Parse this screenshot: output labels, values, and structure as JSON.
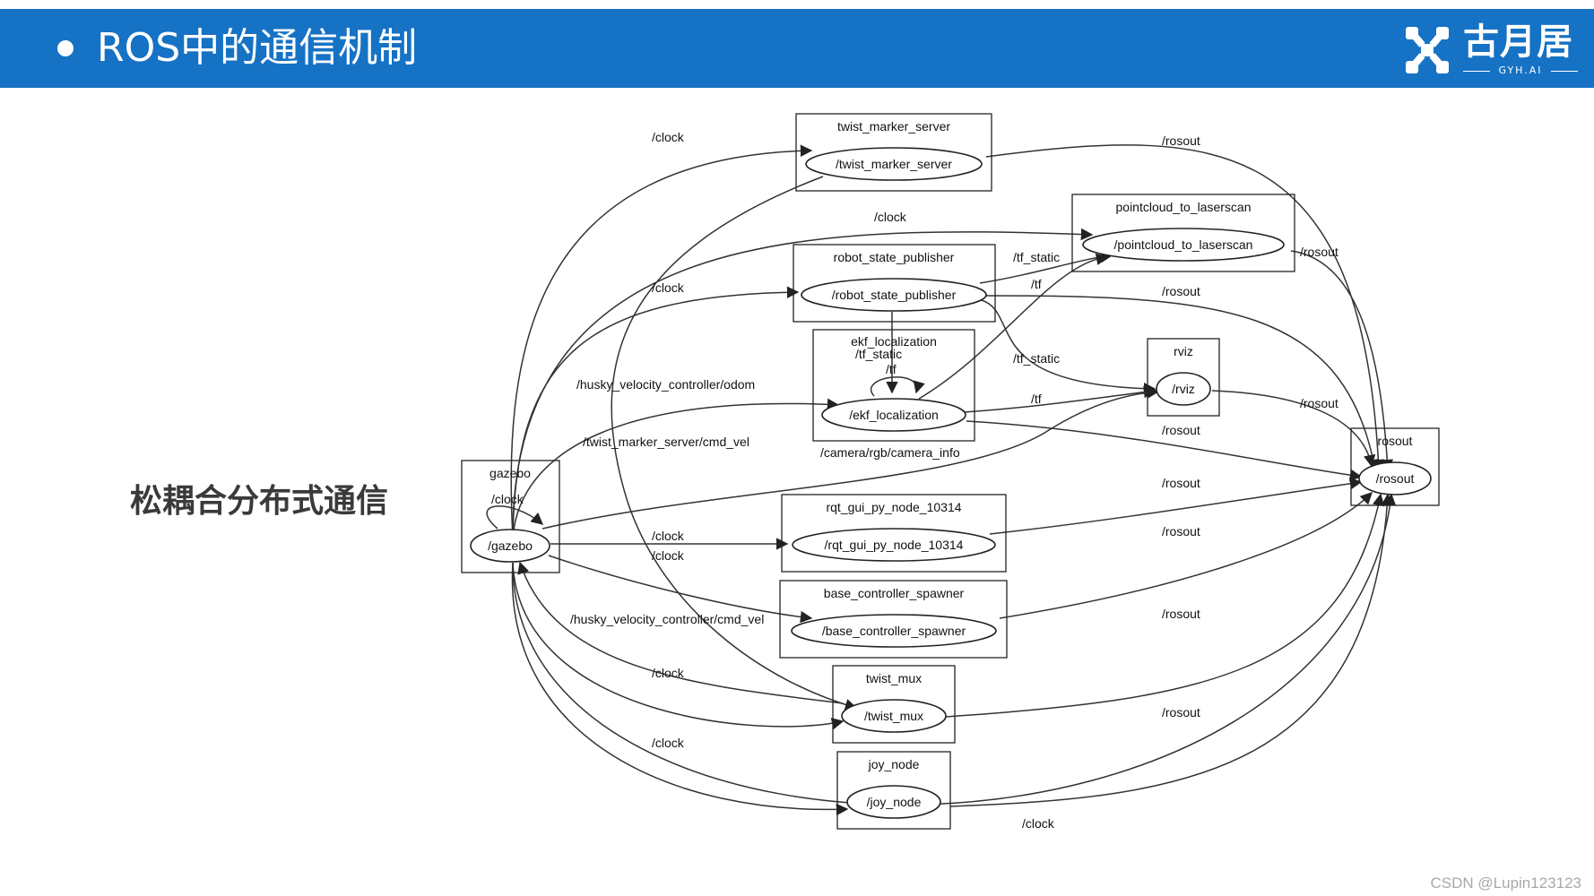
{
  "header": {
    "title": "ROS中的通信机制",
    "logo_text": "古月居",
    "logo_sub": "GYH.AI",
    "logo_icon": "gyh-logo-icon"
  },
  "side_label": "松耦合分布式通信",
  "watermark": "CSDN @Lupin123123",
  "colors": {
    "header_bg": "#1672c4",
    "text": "#222222"
  },
  "graph": {
    "nodes": [
      {
        "id": "twist_marker_server",
        "group": "twist_marker_server",
        "topic": "/twist_marker_server"
      },
      {
        "id": "pointcloud_to_laserscan",
        "group": "pointcloud_to_laserscan",
        "topic": "/pointcloud_to_laserscan"
      },
      {
        "id": "robot_state_publisher",
        "group": "robot_state_publisher",
        "topic": "/robot_state_publisher"
      },
      {
        "id": "ekf_localization",
        "group": "ekf_localization",
        "topic": "/ekf_localization"
      },
      {
        "id": "rviz",
        "group": "rviz",
        "topic": "/rviz"
      },
      {
        "id": "rosout",
        "group": "rosout",
        "topic": "/rosout"
      },
      {
        "id": "gazebo",
        "group": "gazebo",
        "topic": "/gazebo"
      },
      {
        "id": "rqt_gui",
        "group": "rqt_gui_py_node_10314",
        "topic": "/rqt_gui_py_node_10314"
      },
      {
        "id": "base_controller_spawner",
        "group": "base_controller_spawner",
        "topic": "/base_controller_spawner"
      },
      {
        "id": "twist_mux",
        "group": "twist_mux",
        "topic": "/twist_mux"
      },
      {
        "id": "joy_node",
        "group": "joy_node",
        "topic": "/joy_node"
      }
    ],
    "edge_labels": [
      {
        "id": "clock_tms",
        "text": "/clock"
      },
      {
        "id": "rosout_tms",
        "text": "/rosout"
      },
      {
        "id": "clock_pcl",
        "text": "/clock"
      },
      {
        "id": "rosout_pcl",
        "text": "/rosout"
      },
      {
        "id": "tf_static_pcl",
        "text": "/tf_static"
      },
      {
        "id": "tf_pcl",
        "text": "/tf"
      },
      {
        "id": "clock_rsp",
        "text": "/clock"
      },
      {
        "id": "rosout_rsp",
        "text": "/rosout"
      },
      {
        "id": "tf_static_rviz",
        "text": "/tf_static"
      },
      {
        "id": "tf_static_ekf",
        "text": "/tf_static"
      },
      {
        "id": "tf_ekf",
        "text": "/tf"
      },
      {
        "id": "odom",
        "text": "/husky_velocity_controller/odom"
      },
      {
        "id": "tf_rviz",
        "text": "/tf"
      },
      {
        "id": "rosout_ekf",
        "text": "/rosout"
      },
      {
        "id": "rosout_rviz",
        "text": "/rosout"
      },
      {
        "id": "camera_info",
        "text": "/camera/rgb/camera_info"
      },
      {
        "id": "tms_cmd_vel",
        "text": "/twist_marker_server/cmd_vel"
      },
      {
        "id": "clock_self",
        "text": "/clock"
      },
      {
        "id": "rosout_rqt",
        "text": "/rosout"
      },
      {
        "id": "clock_rqt",
        "text": "/clock"
      },
      {
        "id": "clock_base",
        "text": "/clock"
      },
      {
        "id": "rosout_rqt2",
        "text": "/rosout"
      },
      {
        "id": "cmd_vel",
        "text": "/husky_velocity_controller/cmd_vel"
      },
      {
        "id": "rosout_base",
        "text": "/rosout"
      },
      {
        "id": "clock_mux",
        "text": "/clock"
      },
      {
        "id": "rosout_mux",
        "text": "/rosout"
      },
      {
        "id": "clock_joy",
        "text": "/clock"
      },
      {
        "id": "clock_joy2",
        "text": "/clock"
      }
    ]
  }
}
